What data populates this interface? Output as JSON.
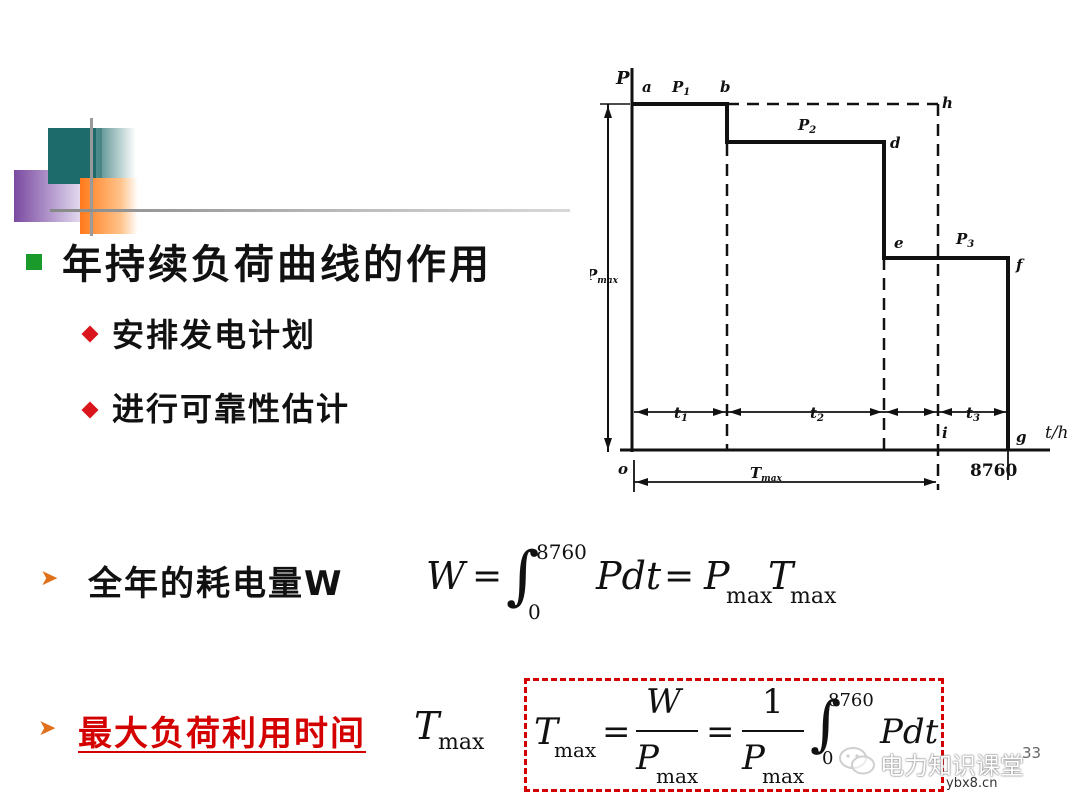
{
  "slide": {
    "heading": "年持续负荷曲线的作用",
    "bullets": [
      "安排发电计划",
      "进行可靠性估计"
    ],
    "line1": {
      "label": "全年的耗电量W"
    },
    "line2": {
      "label": "最大负荷利用时间",
      "symbol": "T",
      "sub": "max"
    },
    "page_number": "33"
  },
  "formula1": {
    "lhs": "W",
    "eq": "=",
    "upper": "8760",
    "lower": "0",
    "integrand": "Pdt",
    "rhs_P": "P",
    "rhs_P_sub": "max",
    "rhs_T": "T",
    "rhs_T_sub": "max"
  },
  "formula2": {
    "lhs": "T",
    "lhs_sub": "max",
    "num1": "W",
    "den1": "P",
    "den1_sub": "max",
    "num2": "1",
    "den2": "P",
    "den2_sub": "max",
    "upper": "8760",
    "lower": "0",
    "integrand": "Pdt"
  },
  "diagram": {
    "y_axis": "P",
    "x_axis": "t/h",
    "origin": "o",
    "points": [
      "a",
      "b",
      "h",
      "d",
      "e",
      "f",
      "g",
      "i"
    ],
    "segments": [
      "P1",
      "P2",
      "P3"
    ],
    "times": [
      "t1",
      "t2",
      "t3"
    ],
    "pmax_label": "Pmax",
    "tmax_label": "Tmax",
    "end_value": "8760"
  },
  "watermark": {
    "name": "电力知识课堂",
    "site": "ybx8.cn"
  },
  "colors": {
    "accent_red": "#d40000",
    "bullet_green": "#1a9a2a",
    "arrow_orange": "#e0701a",
    "teal": "#1e6b6b"
  }
}
